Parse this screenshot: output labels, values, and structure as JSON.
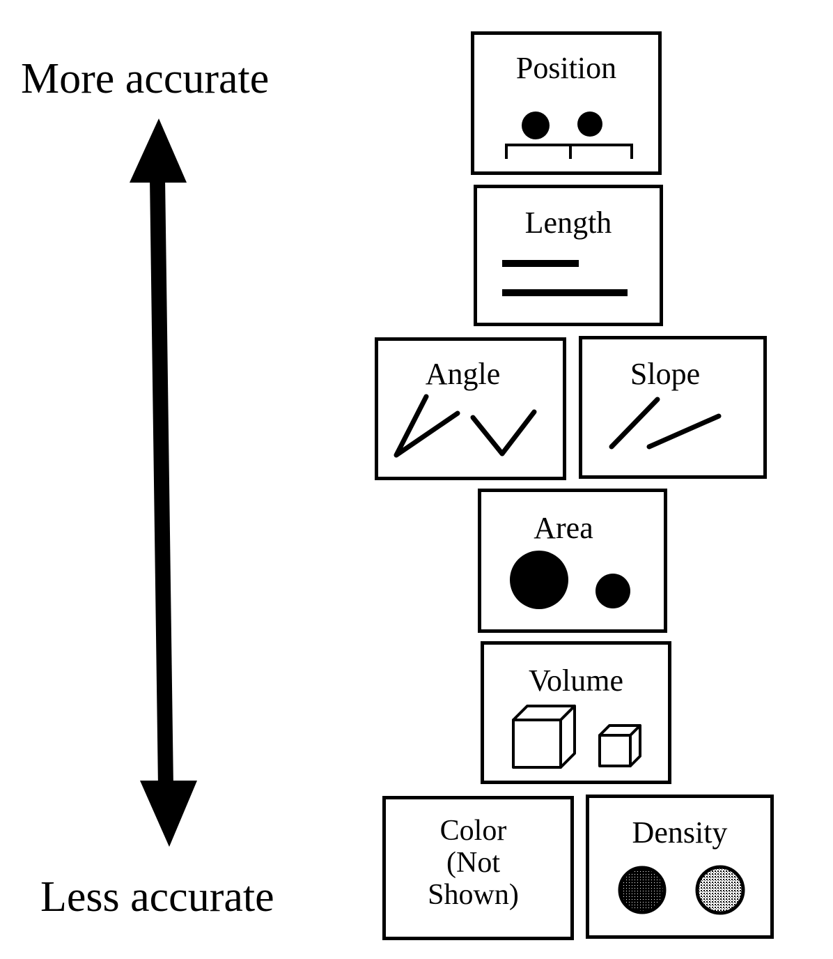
{
  "scale": {
    "top_label": "More accurate",
    "bottom_label": "Less accurate"
  },
  "encodings": {
    "position": "Position",
    "length": "Length",
    "angle": "Angle",
    "slope": "Slope",
    "area": "Area",
    "volume": "Volume",
    "color_line1": "Color",
    "color_line2": "(Not",
    "color_line3": "Shown)",
    "density": "Density"
  },
  "colors": {
    "ink": "#000000",
    "background": "#ffffff"
  }
}
